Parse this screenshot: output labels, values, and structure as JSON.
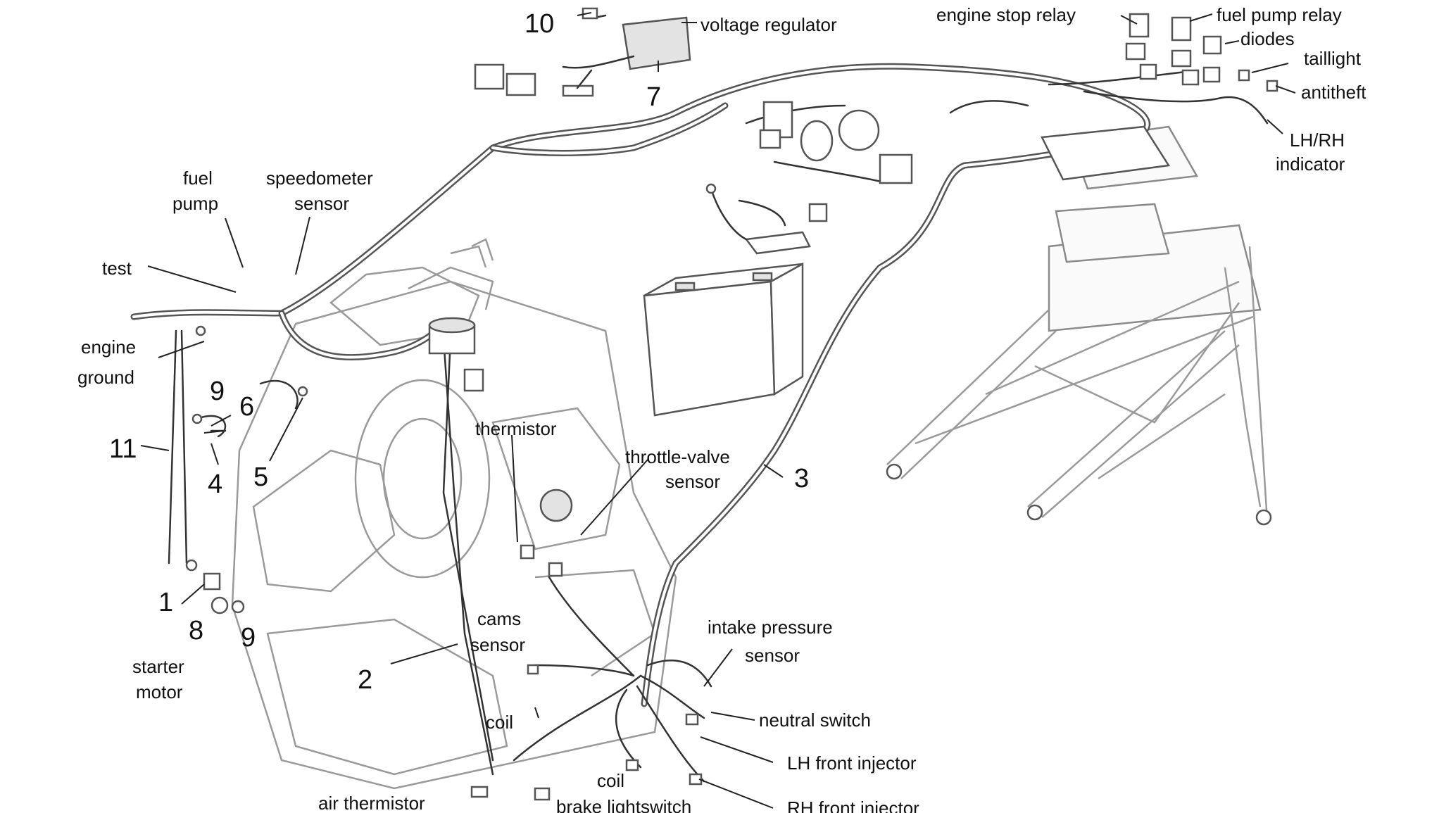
{
  "labels": {
    "num_10": "10",
    "voltage_regulator": "voltage regulator",
    "num_7": "7",
    "engine_stop_relay": "engine stop relay",
    "fuel_pump_relay": "fuel pump relay",
    "diodes": "diodes",
    "taillight": "taillight",
    "antitheft": "antitheft",
    "lh_rh_1": "LH/RH",
    "lh_rh_2": "indicator",
    "fuel_pump_1": "fuel",
    "fuel_pump_2": "pump",
    "speedometer_1": "speedometer",
    "speedometer_2": "sensor",
    "test": "test",
    "engine_ground_1": "engine",
    "engine_ground_2": "ground",
    "num_9a": "9",
    "num_6": "6",
    "num_11": "11",
    "num_5": "5",
    "num_4": "4",
    "thermistor": "thermistor",
    "throttle_1": "throttle-valve",
    "throttle_2": "sensor",
    "num_3": "3",
    "num_1": "1",
    "num_8": "8",
    "num_9b": "9",
    "starter_1": "starter",
    "starter_2": "motor",
    "cams_1": "cams",
    "cams_2": "sensor",
    "num_2": "2",
    "intake_1": "intake pressure",
    "intake_2": "sensor",
    "coil_a": "coil",
    "neutral_switch": "neutral switch",
    "lh_front_injector": "LH front injector",
    "coil_b": "coil",
    "rh_front_injector": "RH front injector",
    "air_thermistor": "air thermistor",
    "brake_lightswitch": "brake lightswitch"
  }
}
